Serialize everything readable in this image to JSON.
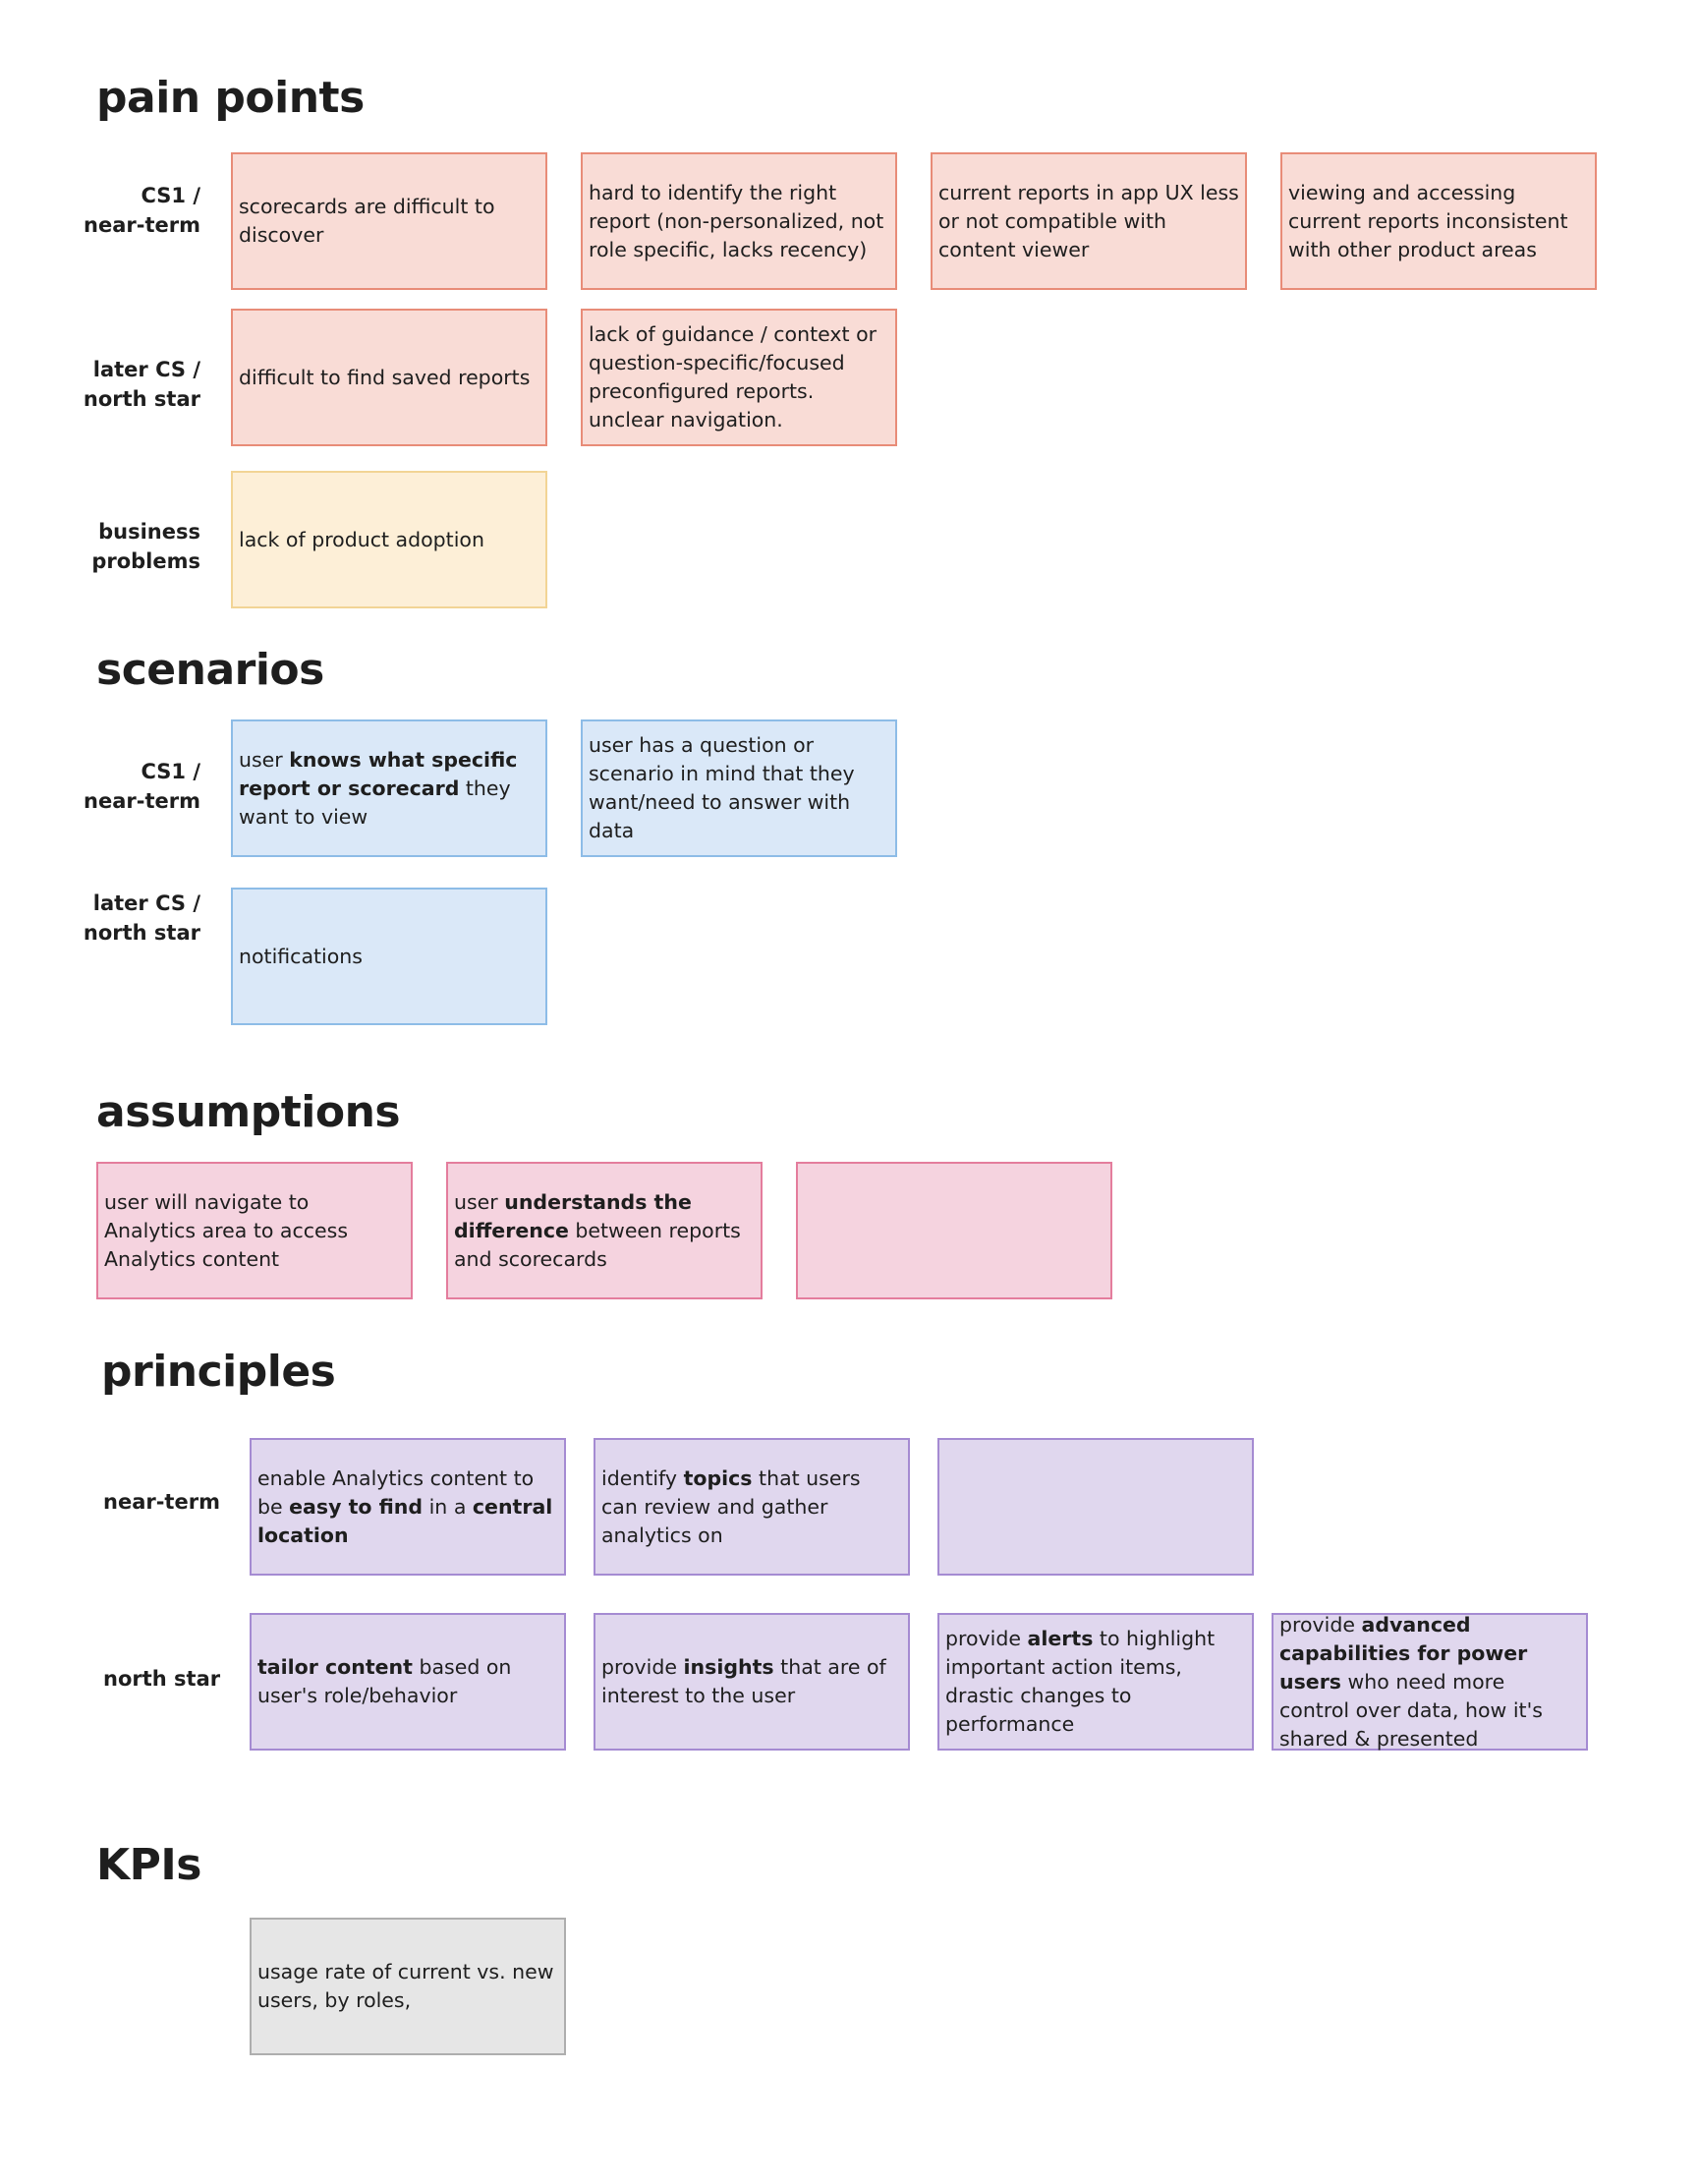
{
  "sections": {
    "pain_points": {
      "heading": "pain points",
      "rows": [
        {
          "label": "CS1 /\nnear-term",
          "cards": [
            [
              {
                "t": "scorecards are difficult to discover"
              }
            ],
            [
              {
                "t": "hard to identify the right report (non-personalized, not role specific, lacks recency)"
              }
            ],
            [
              {
                "t": "current reports in app UX less or not compatible with content viewer"
              }
            ],
            [
              {
                "t": "viewing and accessing current reports inconsistent with other product areas"
              }
            ]
          ]
        },
        {
          "label": "later CS /\nnorth star",
          "cards": [
            [
              {
                "t": "difficult to find saved reports"
              }
            ],
            [
              {
                "t": "lack of guidance / context or question-specific/focused preconfigured reports.  unclear navigation."
              }
            ]
          ]
        },
        {
          "label": "business\nproblems",
          "cards": [
            [
              {
                "t": "lack of product adoption"
              }
            ]
          ]
        }
      ]
    },
    "scenarios": {
      "heading": "scenarios",
      "rows": [
        {
          "label": "CS1 /\nnear-term",
          "cards": [
            [
              {
                "t": "user "
              },
              {
                "t": "knows what specific report or scorecard",
                "b": true
              },
              {
                "t": " they want to view"
              }
            ],
            [
              {
                "t": "user has a question or scenario in mind that they want/need to answer with data"
              }
            ]
          ]
        },
        {
          "label": "later CS /\nnorth star",
          "cards": [
            [
              {
                "t": "notifications"
              }
            ]
          ]
        }
      ]
    },
    "assumptions": {
      "heading": "assumptions",
      "cards": [
        [
          {
            "t": "user will navigate to Analytics area to access Analytics content"
          }
        ],
        [
          {
            "t": "user "
          },
          {
            "t": "understands the difference",
            "b": true
          },
          {
            "t": " between reports and scorecards"
          }
        ],
        []
      ]
    },
    "principles": {
      "heading": "principles",
      "rows": [
        {
          "label": "near-term",
          "cards": [
            [
              {
                "t": "enable Analytics content to be "
              },
              {
                "t": "easy to find",
                "b": true
              },
              {
                "t": " in a "
              },
              {
                "t": "central location",
                "b": true
              }
            ],
            [
              {
                "t": "identify "
              },
              {
                "t": "topics",
                "b": true
              },
              {
                "t": " that users can review and gather analytics on"
              }
            ],
            []
          ]
        },
        {
          "label": "north star",
          "cards": [
            [
              {
                "t": "tailor content",
                "b": true
              },
              {
                "t": " based on user's role/behavior"
              }
            ],
            [
              {
                "t": "provide "
              },
              {
                "t": "insights",
                "b": true
              },
              {
                "t": " that are of interest to the user"
              }
            ],
            [
              {
                "t": "provide "
              },
              {
                "t": "alerts",
                "b": true
              },
              {
                "t": " to highlight important action items, drastic changes to performance"
              }
            ],
            [
              {
                "t": "provide "
              },
              {
                "t": "advanced capabilities for power users",
                "b": true
              },
              {
                "t": " who need more control over data, how it's shared & presented"
              }
            ]
          ]
        }
      ]
    },
    "kpis": {
      "heading": "KPIs",
      "cards": [
        [
          {
            "t": "usage rate of current vs. new users, by roles,"
          }
        ]
      ]
    }
  }
}
